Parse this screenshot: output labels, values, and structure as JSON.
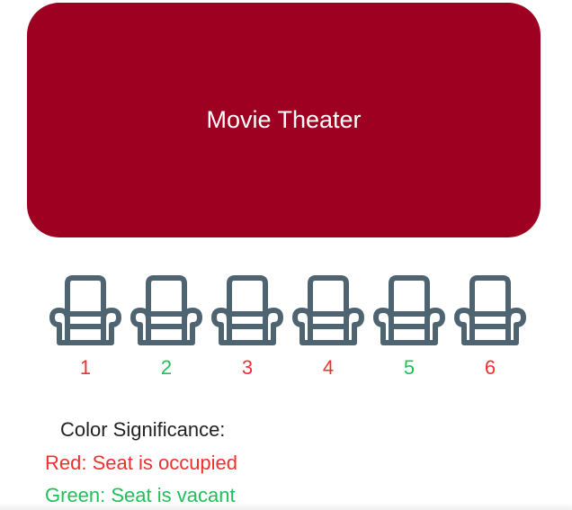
{
  "screen": {
    "title": "Movie Theater",
    "color": "#9e0021"
  },
  "seats": [
    {
      "number": "1",
      "status": "occupied"
    },
    {
      "number": "2",
      "status": "vacant"
    },
    {
      "number": "3",
      "status": "occupied"
    },
    {
      "number": "4",
      "status": "occupied"
    },
    {
      "number": "5",
      "status": "vacant"
    },
    {
      "number": "6",
      "status": "occupied"
    }
  ],
  "seat_icon": "armchair-icon",
  "colors": {
    "occupied": "#f0302e",
    "vacant": "#1fbf5a",
    "seat_icon": "#4e6470"
  },
  "legend": {
    "title": "Color Significance:",
    "red": "Red: Seat is occupied",
    "green": "Green: Seat is vacant"
  }
}
